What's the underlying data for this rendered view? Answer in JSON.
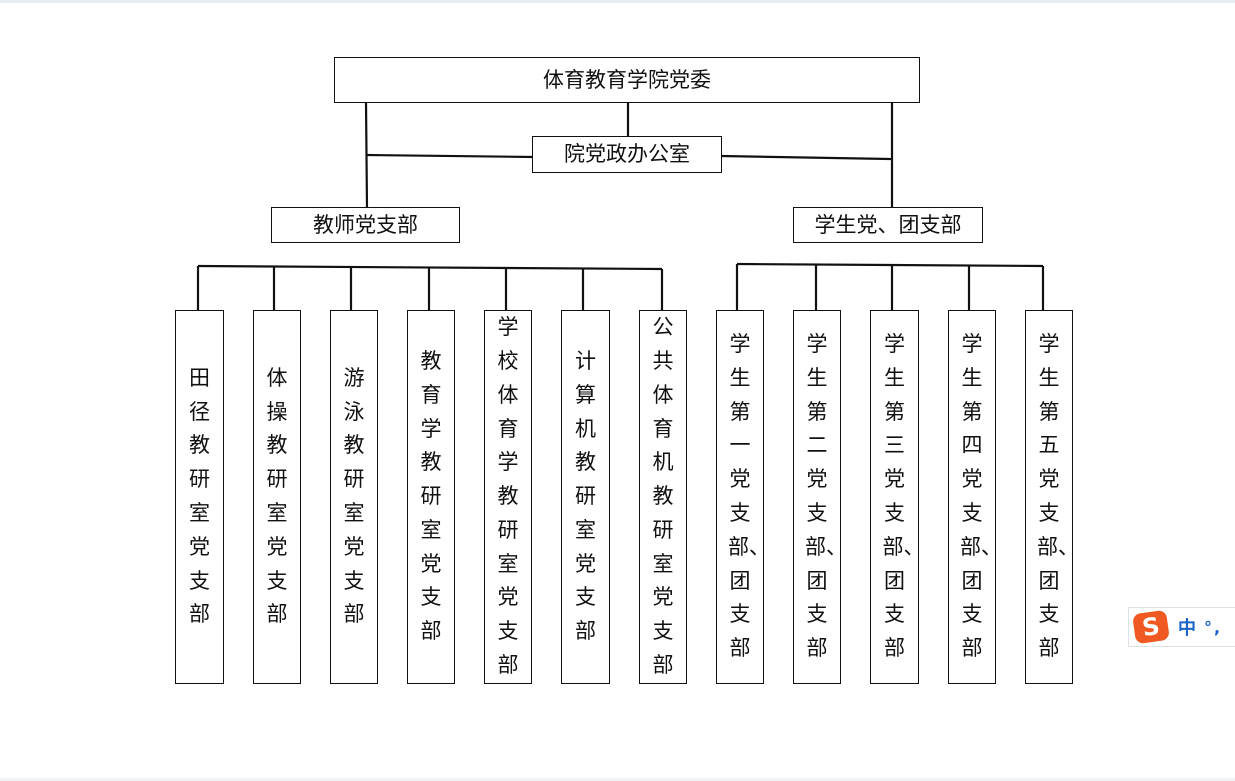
{
  "org_chart": {
    "root": "体育教育学院党委",
    "office": "院党政办公室",
    "teacher_branch": {
      "label": "教师党支部",
      "children": [
        "田径教研室党支部",
        "体操教研室党支部",
        "游泳教研室党支部",
        "教育学教研室党支部",
        "学校体育学教研室党支部",
        "计算机教研室党支部",
        "公共体育机教研室党支部"
      ]
    },
    "student_branch": {
      "label": "学生党、团支部",
      "children": [
        "学生第一党支部、团支部",
        "学生第二党支部、团支部",
        "学生第三党支部、团支部",
        "学生第四党支部、团支部",
        "学生第五党支部、团支部"
      ]
    }
  },
  "ime": {
    "logo_icon": "sogou-s-icon",
    "lang_label": "中",
    "punct_label": "°,"
  },
  "colors": {
    "line": "#111111",
    "ime_logo": "#f05a22",
    "ime_text": "#1a64c8"
  }
}
